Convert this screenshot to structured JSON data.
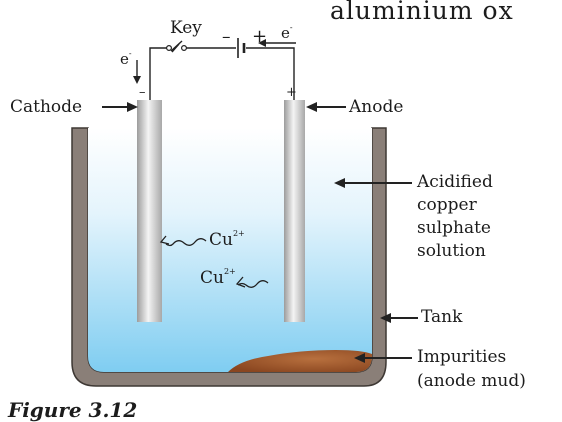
{
  "header_text": "aluminium ox",
  "labels": {
    "key": "Key",
    "electron_left": "e",
    "electron_left_sup": "-",
    "electron_right": "e",
    "electron_right_sup": "-",
    "battery_minus": "–",
    "battery_plus": "+",
    "cathode": "Cathode",
    "anode": "Anode",
    "cathode_sign": "–",
    "anode_sign": "+",
    "solution": [
      "Acidified",
      "copper",
      "sulphate",
      "solution"
    ],
    "tank": "Tank",
    "impurities": [
      "Impurities",
      "(anode mud)"
    ],
    "ion_1": "Cu",
    "ion_1_sup": "2+",
    "ion_2": "Cu",
    "ion_2_sup": "2+"
  },
  "figure_caption": "Figure 3.12",
  "colors": {
    "tank_wall": "#8a7f78",
    "solution_top": "#ffffff",
    "solution_bottom": "#7fcdf1",
    "electrode": "#d5d5d5",
    "anode_mud": "#a45a2c",
    "wire": "#222222"
  }
}
